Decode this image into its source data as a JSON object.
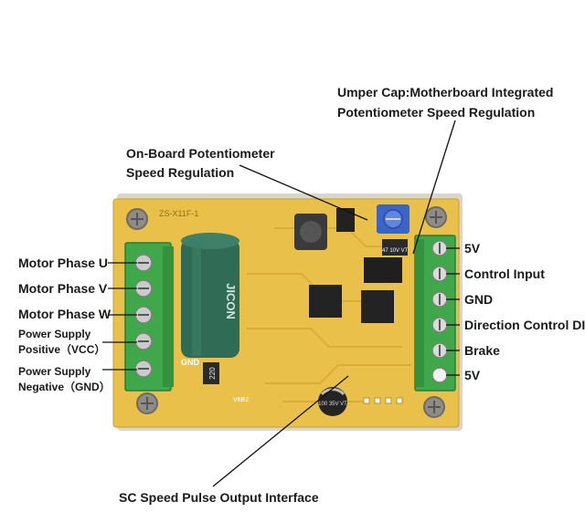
{
  "labels": {
    "motor_phase_u": "Motor Phase U",
    "motor_phase_v": "Motor Phase V",
    "motor_phase_w": "Motor Phase W",
    "power_positive_line1": "Power Supply",
    "power_positive_line2": "Positive（VCC）",
    "power_negative_line1": "Power Supply",
    "power_negative_line2": "Negative（GND）",
    "pot_line1": "On-Board Potentiometer",
    "pot_line2": "Speed Regulation",
    "cap_line1": "Umper Cap:Motherboard Integrated",
    "cap_line2": "Potentiometer Speed Regulation",
    "pin_5v_top": "5V",
    "pin_control_input": "Control Input",
    "pin_gnd": "GND",
    "pin_direction": "Direction Control DIR",
    "pin_brake": "Brake",
    "pin_5v_bottom": "5V",
    "sc_output": "SC Speed Pulse Output Interface"
  },
  "board": {
    "silk_model": "ZS-X11F-1",
    "cap_brand": "JICON",
    "resistor": "220",
    "gnd_text": "GND",
    "pot_marking": "47 10V VT",
    "small_cap_marking": "100 35V VT",
    "chip_marking": "V8B2"
  },
  "colors": {
    "pcb": "#e9c04a",
    "terminal_green": "#3fa84a",
    "capacitor": "#2f6b55",
    "pot_blue": "#3a64c8"
  }
}
